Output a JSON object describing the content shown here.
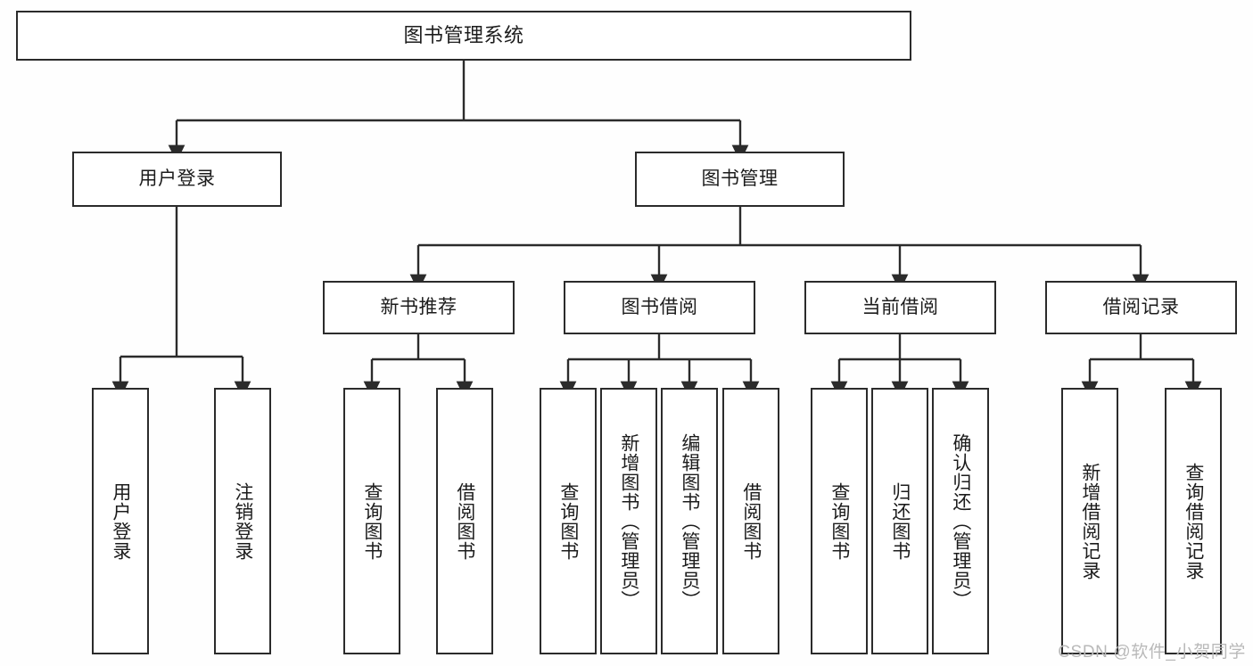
{
  "diagram": {
    "title": "图书管理系统",
    "type": "tree-hierarchy-chart",
    "colors": {
      "background": "#fefefe",
      "node_border": "#2b2b2b",
      "node_fill": "#ffffff",
      "edge": "#2b2b2b",
      "text": "#1c1c1c",
      "watermark": "#b9b9b9"
    },
    "nodes": {
      "root": {
        "label": "图书管理系统"
      },
      "level2": [
        {
          "label": "用户登录"
        },
        {
          "label": "图书管理"
        }
      ],
      "level3": [
        {
          "label": "新书推荐"
        },
        {
          "label": "图书借阅"
        },
        {
          "label": "当前借阅"
        },
        {
          "label": "借阅记录"
        }
      ],
      "leaves": {
        "user_login": [
          {
            "label": "用户登录"
          },
          {
            "label": "注销登录"
          }
        ],
        "new_book_recommend": [
          {
            "label": "查询图书"
          },
          {
            "label": "借阅图书"
          }
        ],
        "book_borrow": [
          {
            "label": "查询图书"
          },
          {
            "label": "新增图书（管理员）"
          },
          {
            "label": "编辑图书（管理员）"
          },
          {
            "label": "借阅图书"
          }
        ],
        "current_borrow": [
          {
            "label": "查询图书"
          },
          {
            "label": "归还图书"
          },
          {
            "label": "确认归还（管理员）"
          }
        ],
        "borrow_record": [
          {
            "label": "新增借阅记录"
          },
          {
            "label": "查询借阅记录"
          }
        ]
      }
    },
    "watermark": "CSDN @软件_小贺同学"
  }
}
